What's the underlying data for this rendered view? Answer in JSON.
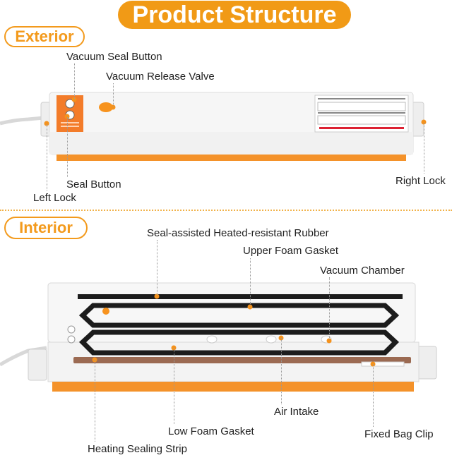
{
  "title": "Product Structure",
  "sections": {
    "exterior": "Exterior",
    "interior": "Interior"
  },
  "exterior_labels": {
    "vacuum_seal_button": "Vacuum Seal Button",
    "vacuum_release_valve": "Vacuum Release Valve",
    "seal_button": "Seal Button",
    "left_lock": "Left Lock",
    "right_lock": "Right Lock"
  },
  "interior_labels": {
    "rubber": "Seal-assisted Heated-resistant Rubber",
    "upper_gasket": "Upper Foam Gasket",
    "vacuum_chamber": "Vacuum Chamber",
    "air_intake": "Air Intake",
    "low_gasket": "Low Foam Gasket",
    "fixed_bag_clip": "Fixed Bag Clip",
    "heating_strip": "Heating Sealing Strip"
  },
  "colors": {
    "accent": "#f19a16",
    "body": "#f4f4f4",
    "gasket": "#1c1c1c",
    "strip": "#9b6a52"
  }
}
